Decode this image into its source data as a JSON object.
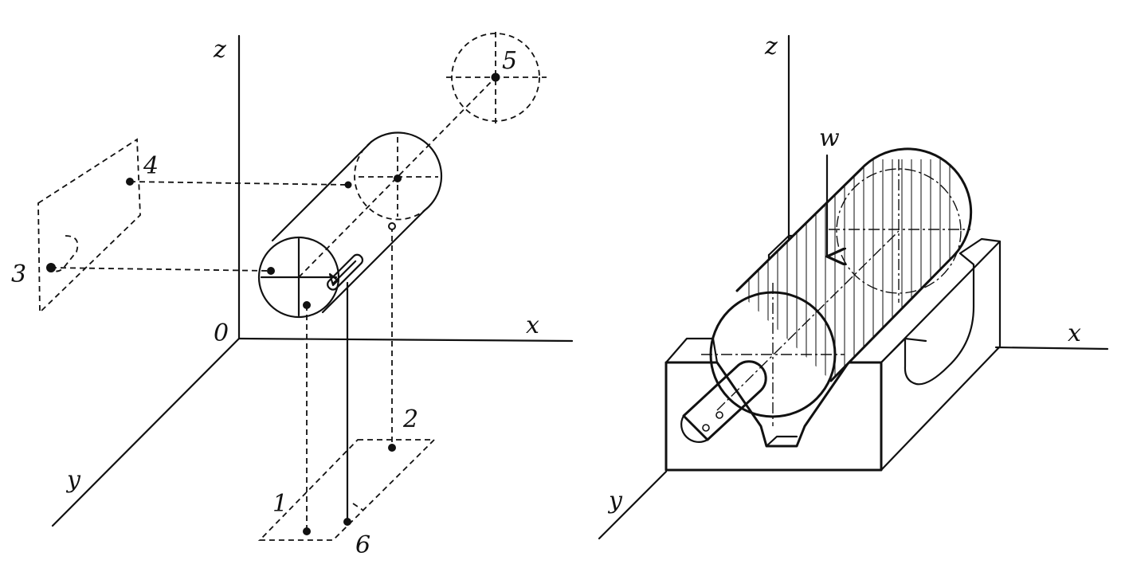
{
  "left_diagram": {
    "axis_labels": {
      "z": "z",
      "x": "x",
      "y": "y",
      "origin": "0"
    },
    "point_labels": [
      "1",
      "2",
      "3",
      "4",
      "5",
      "6"
    ]
  },
  "right_diagram": {
    "axis_labels": {
      "z": "z",
      "x": "x",
      "y": "y"
    },
    "force_label": "w"
  }
}
